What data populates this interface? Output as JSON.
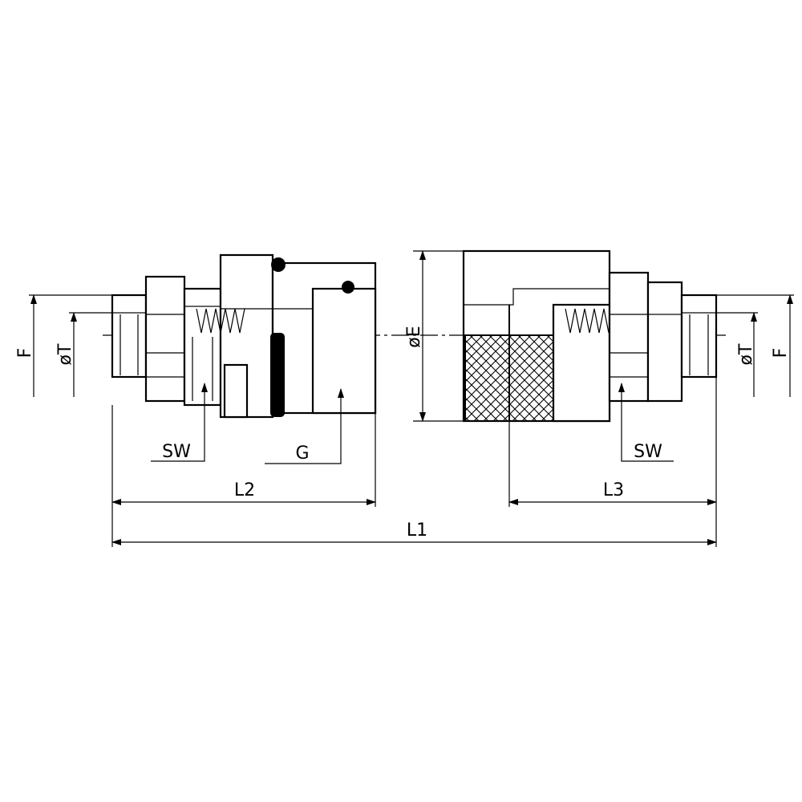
{
  "drawing": {
    "labels": {
      "f_left": "F",
      "t_left": "øT",
      "sw_left": "SW",
      "g": "G",
      "l2": "L2",
      "l1": "L1",
      "e": "øE",
      "sw_right": "SW",
      "l3": "L3",
      "t_right": "øT",
      "f_right": "F"
    }
  }
}
